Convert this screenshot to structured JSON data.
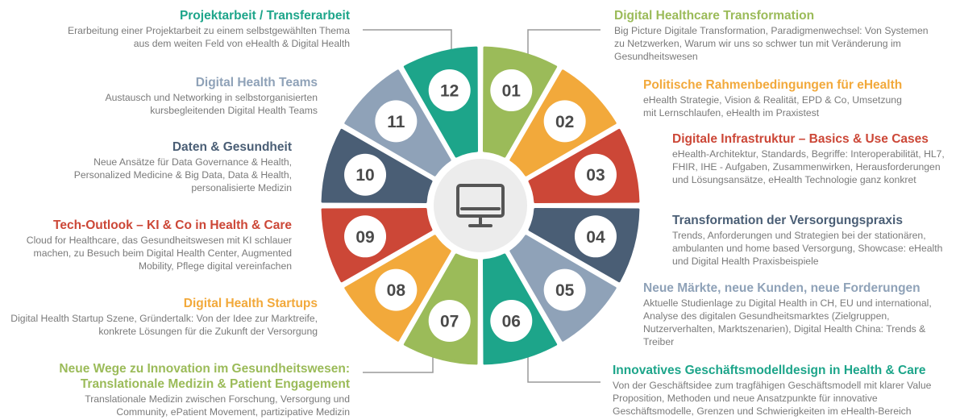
{
  "modules": [
    {
      "number": "01",
      "color": "#9bbb59",
      "title": "Digital Healthcare Transformation",
      "desc": "Big Picture Digitale Transformation, Paradigmenwechsel: Von Systemen zu Netzwerken, Warum wir uns so schwer tun mit Veränderung im Gesundheitswesen"
    },
    {
      "number": "02",
      "color": "#f2a93b",
      "title": "Politische Rahmenbedingungen für eHealth",
      "desc": "eHealth Strategie, Vision & Realität, EPD & Co, Umsetzung mit Lernschlaufen, eHealth im Praxistest"
    },
    {
      "number": "03",
      "color": "#cc4737",
      "title": "Digitale Infrastruktur – Basics & Use Cases",
      "desc": "eHealth-Architektur, Standards, Begriffe: Interoperabilität, HL7, FHIR, IHE - Aufgaben, Zusammenwirken, Herausforderungen und Lösungsansätze, eHealth Technologie ganz konkret"
    },
    {
      "number": "04",
      "color": "#4a5e75",
      "title": "Transformation der Versorgungspraxis",
      "desc": "Trends, Anforderungen und Strategien bei der stationären, ambulanten und home based Versorgung, Showcase: eHealth und Digital Health Praxisbeispiele"
    },
    {
      "number": "05",
      "color": "#8fa2b8",
      "title": "Neue Märkte, neue Kunden, neue Forderungen",
      "desc": "Aktuelle Studienlage zu Digital Health in CH, EU und international, Analyse des digitalen Gesundheitsmarktes (Zielgruppen, Nutzerverhalten, Marktszenarien), Digital Health China: Trends & Treiber"
    },
    {
      "number": "06",
      "color": "#1da58a",
      "title": "Innovatives Geschäftsmodelldesign in Health & Care",
      "desc": "Von der Geschäftsidee zum tragfähigen Geschäftsmodell mit klarer Value Proposition, Methoden und neue Ansatzpunkte für innovative Geschäftsmodelle, Grenzen und Schwierigkeiten im eHealth-Bereich"
    },
    {
      "number": "07",
      "color": "#9bbb59",
      "title": "Neue Wege zu Innovation im Gesundheitswesen: Translationale Medizin & Patient Engagement",
      "desc": "Translationale Medizin zwischen Forschung, Versorgung und Community, ePatient Movement, partizipative Medizin"
    },
    {
      "number": "08",
      "color": "#f2a93b",
      "title": "Digital Health Startups",
      "desc": "Digital Health Startup Szene, Gründertalk: Von der Idee zur Marktreife, konkrete Lösungen für die Zukunft der Versorgung"
    },
    {
      "number": "09",
      "color": "#cc4737",
      "title": "Tech-Outlook – KI & Co in Health & Care",
      "desc": "Cloud for Healthcare, das Gesundheitswesen mit KI schlauer machen, zu Besuch beim Digital Health Center, Augmented Mobility, Pflege digital vereinfachen"
    },
    {
      "number": "10",
      "color": "#4a5e75",
      "title": "Daten & Gesundheit",
      "desc": "Neue Ansätze für Data Governance & Health, Personalized Medicine & Big Data, Data & Health, personalisierte Medizin"
    },
    {
      "number": "11",
      "color": "#8fa2b8",
      "title": "Digital Health Teams",
      "desc": "Austausch und Networking in selbstorganisierten kursbegleitenden Digital Health Teams"
    },
    {
      "number": "12",
      "color": "#1da58a",
      "title": "Projektarbeit / Transferarbeit",
      "desc": "Erarbeitung einer Projektarbeit zu einem selbstgewählten Thema aus dem weiten Feld von eHealth & Digital Health"
    }
  ],
  "center_icon": "computer-monitor-icon",
  "colors": {
    "connector": "#9a9a9a",
    "hub": "#ececec",
    "icon": "#555555"
  }
}
